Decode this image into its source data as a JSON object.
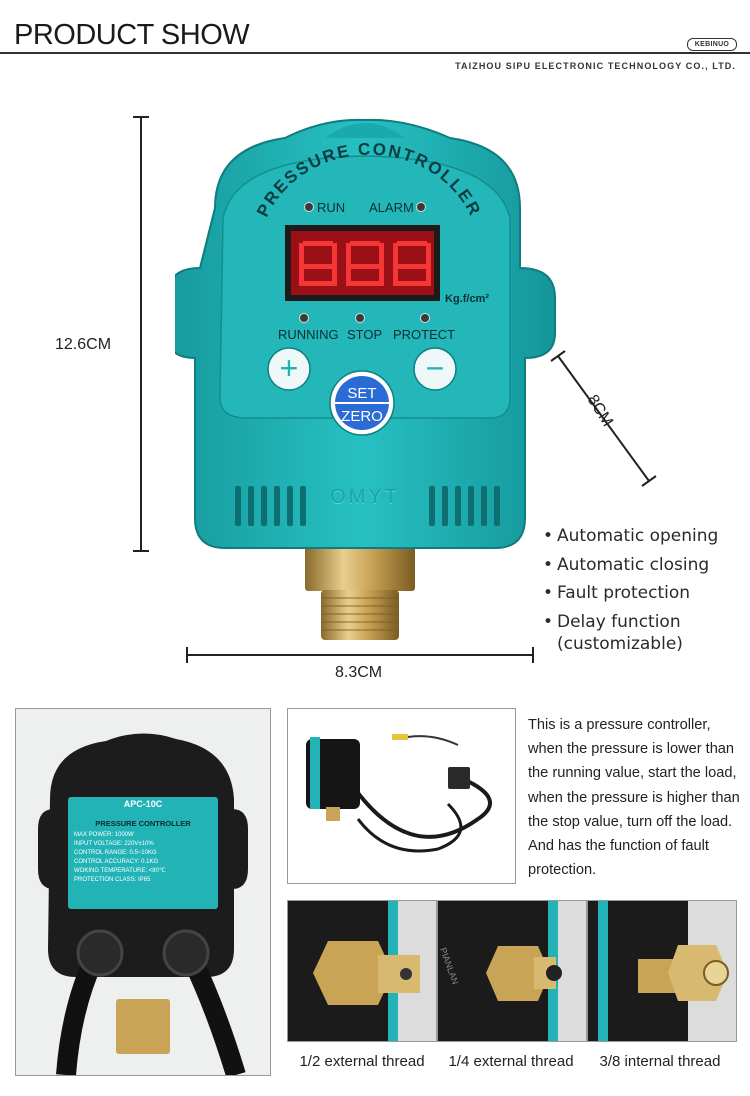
{
  "header": {
    "title": "PRODUCT SHOW",
    "brand": "KEBINUO",
    "company": "TAIZHOU SIPU ELECTRONIC TECHNOLOGY CO., LTD."
  },
  "device": {
    "arc_label": "PRESSURE CONTROLLER",
    "indicator_top": [
      "RUN",
      "ALARM"
    ],
    "unit": "Kg.f/cm²",
    "indicator_bottom": [
      "RUNNING",
      "STOP",
      "PROTECT"
    ],
    "plus": "+",
    "minus": "−",
    "set": "SET",
    "zero": "ZERO",
    "brand_mark": "OMYT",
    "colors": {
      "body": "#1fb1b4",
      "display": "#c8141b",
      "set_button": "#2b6bd6"
    }
  },
  "dimensions": {
    "height": "12.6CM",
    "depth": "8CM",
    "width": "8.3CM"
  },
  "features": [
    "Automatic opening",
    "Automatic closing",
    "Fault protection",
    "Delay function"
  ],
  "features_note": "(customizable)",
  "back_label": {
    "model": "APC-10C",
    "title": "PRESSURE CONTROLLER",
    "specs": [
      "MAX POWER: 1000W",
      "INPUT VOLTAGE: 220V±10%",
      "CONTROL RANGE: 0.5~10KG",
      "CONTROL ACCURACY: 0.1KG",
      "WOKING TEMPERATURE: <80℃",
      "PROTECTION CLASS: IP65"
    ]
  },
  "description": "This is a pressure controller, when the pressure is lower than the running value, start the load, when the pressure is higher than the stop value, turn off the load. And has the function of fault protection.",
  "threads": [
    "1/2 external thread",
    "1/4 external thread",
    "3/8 internal thread"
  ],
  "side_text": "PIANLAN"
}
